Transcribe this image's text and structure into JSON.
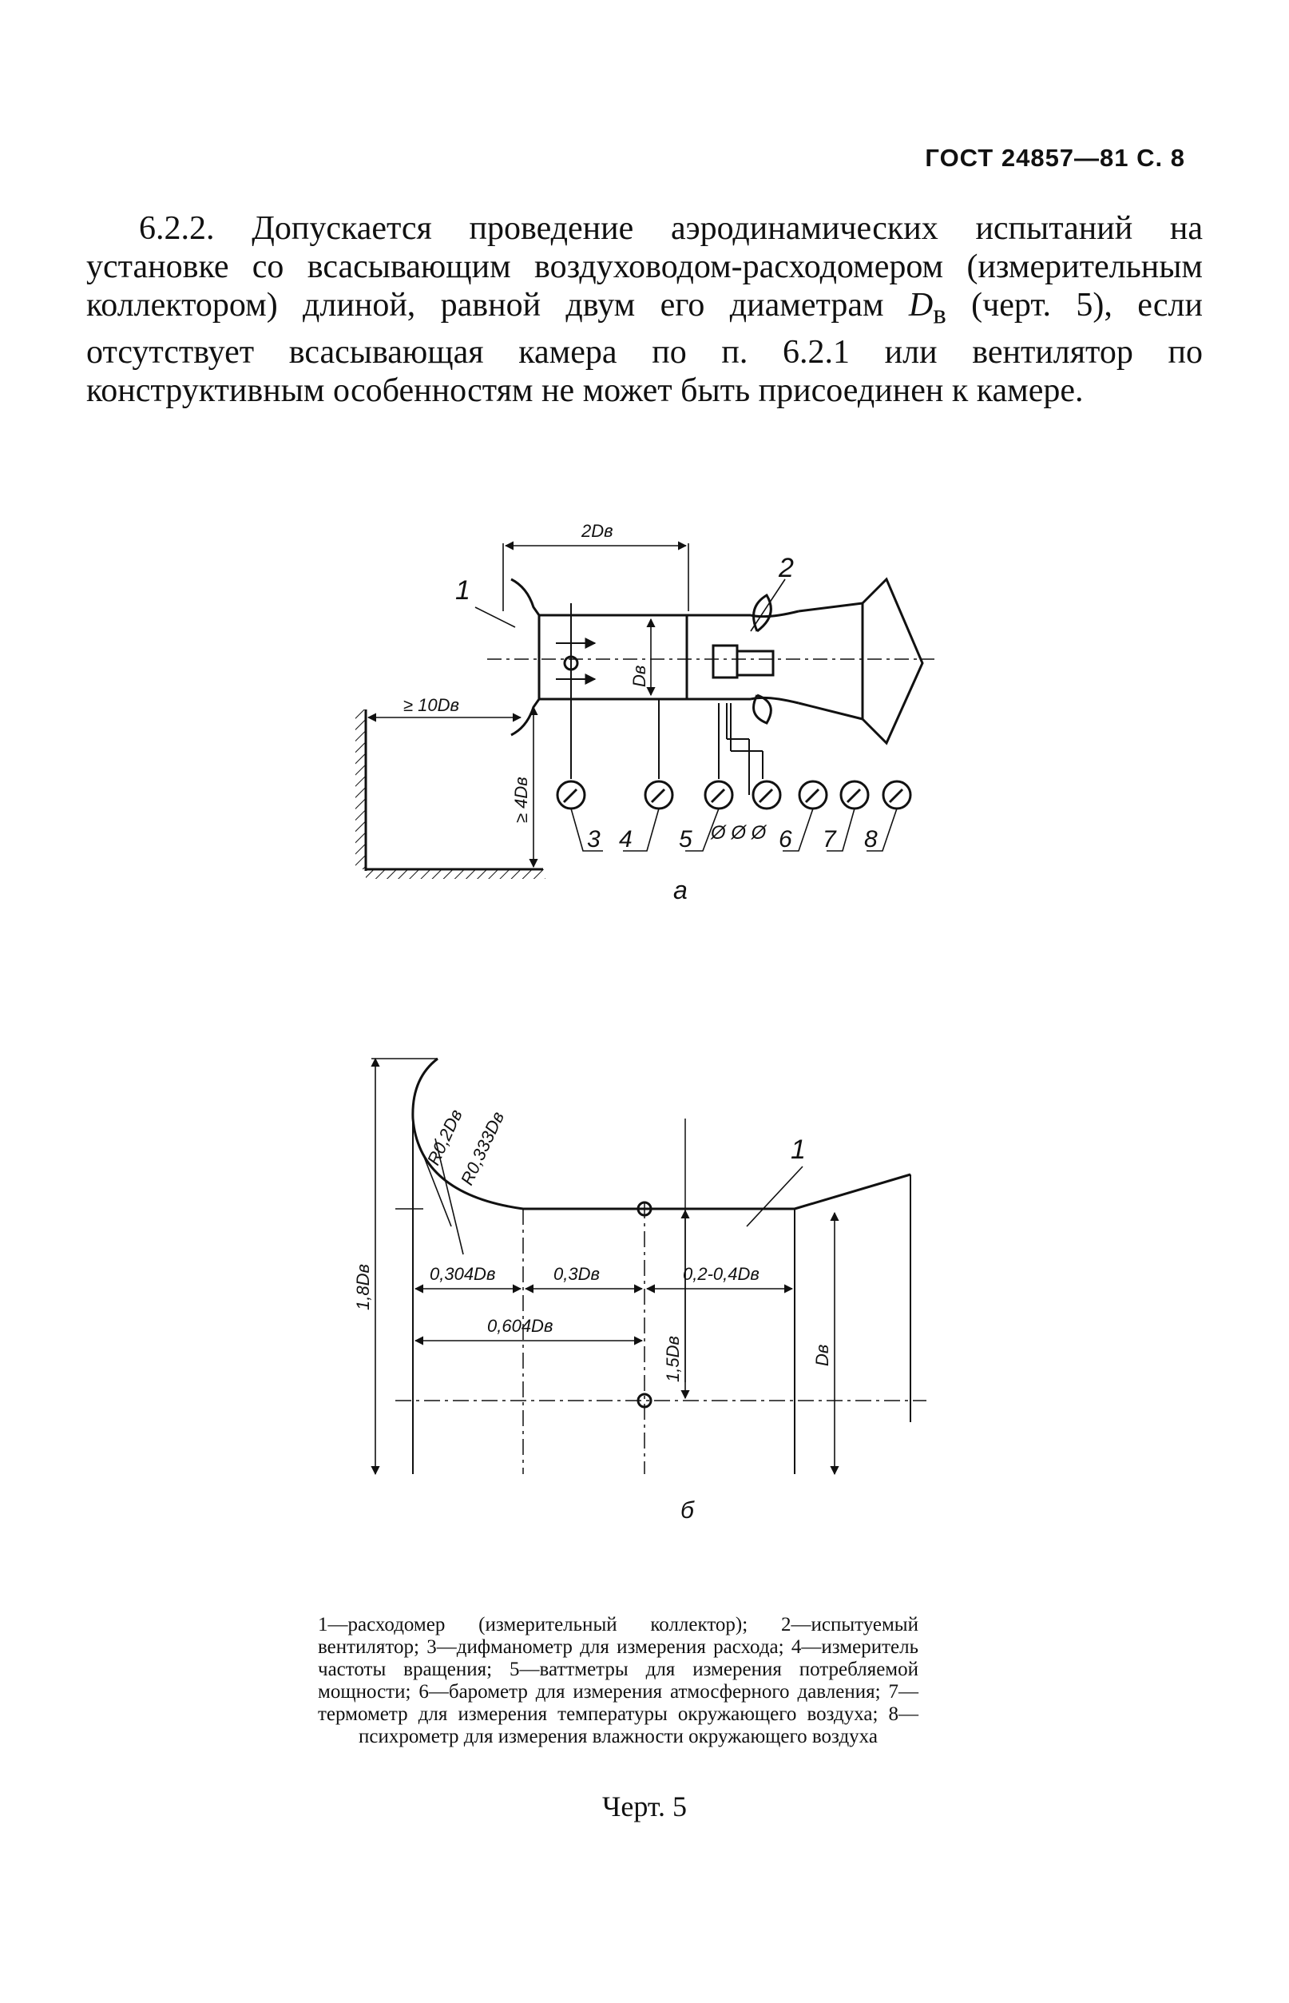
{
  "header": "ГОСТ 24857—81 С. 8",
  "paragraph": {
    "number": "6.2.2.",
    "text_before_symbol": "Допускается проведение аэродинамических испытаний на установке со всасывающим воздуховодом-расходомером (измерительным коллектором) длиной, равной двум его диаметрам",
    "symbol": "D",
    "symbol_sub": "в",
    "text_after_symbol": "(черт. 5), если отсутствует всасывающая камера по п. 6.2.1 или вентилятор по конструктивным особенностям не может быть присоединен к камере."
  },
  "figure_a": {
    "label": "а",
    "dim_length": "2Dв",
    "dim_diameter": "Dв",
    "dim_wall": "≥ 10Dв",
    "dim_floor": "≥ 4Dв",
    "item_1": "1",
    "item_2": "2",
    "item_3": "3",
    "item_4": "4",
    "item_5": "5",
    "item_6": "6",
    "item_7": "7",
    "item_8": "8",
    "terminals": "Ø Ø Ø"
  },
  "figure_b": {
    "label": "б",
    "item_1": "1",
    "radius_1": "R0,2Dв",
    "radius_2": "R0,333Dв",
    "dim_1": "0,304Dв",
    "dim_2": "0,3Dв",
    "dim_3": "0,2-0,4Dв",
    "dim_4": "0,604Dв",
    "dim_height": "1,8Dв",
    "dim_mouth": "1,5Dв",
    "dim_diameter": "Dв"
  },
  "legend": "1—расходомер (измерительный коллектор); 2—испытуемый вентилятор; 3—дифманометр для измерения расхода; 4—измеритель частоты вращения; 5—ваттметры для измерения потребляемой мощности; 6—барометр для измерения атмосферного давления; 7—термометр для измерения температуры окружающего воздуха; 8—психрометр для измерения влажности окружающего воздуха",
  "caption": "Черт. 5"
}
